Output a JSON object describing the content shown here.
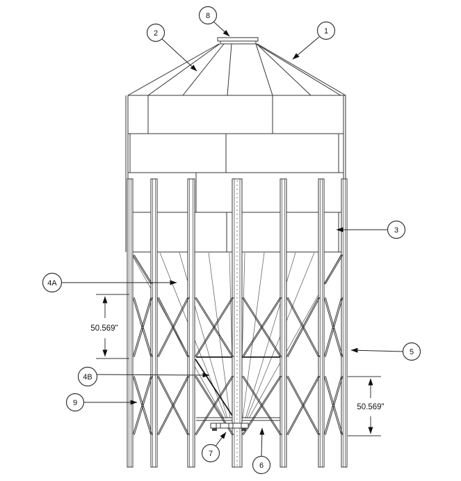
{
  "figure": {
    "kind": "technical-drawing",
    "subject": "hopper-bottom grain bin front elevation with numbered part callouts"
  },
  "callouts": {
    "c1": "1",
    "c2": "2",
    "c3": "3",
    "c4a": "4A",
    "c4b": "4B",
    "c5": "5",
    "c6": "6",
    "c7": "7",
    "c8": "8",
    "c9": "9"
  },
  "dimensions": {
    "left": "50.569\"",
    "right": "50.569\""
  },
  "colors": {
    "line": "#333333",
    "background": "#ffffff"
  }
}
